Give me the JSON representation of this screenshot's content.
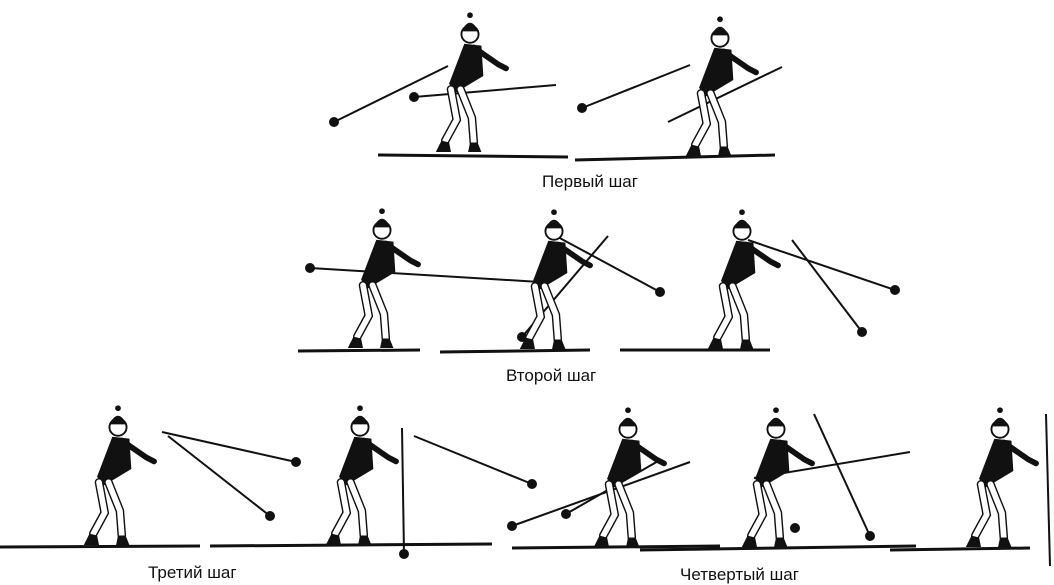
{
  "captions": {
    "step1": "Первый шаг",
    "step2": "Второй шаг",
    "step3": "Третий шаг",
    "step4": "Четвертый шаг"
  },
  "colors": {
    "ink": "#111111",
    "paper": "#ffffff"
  }
}
